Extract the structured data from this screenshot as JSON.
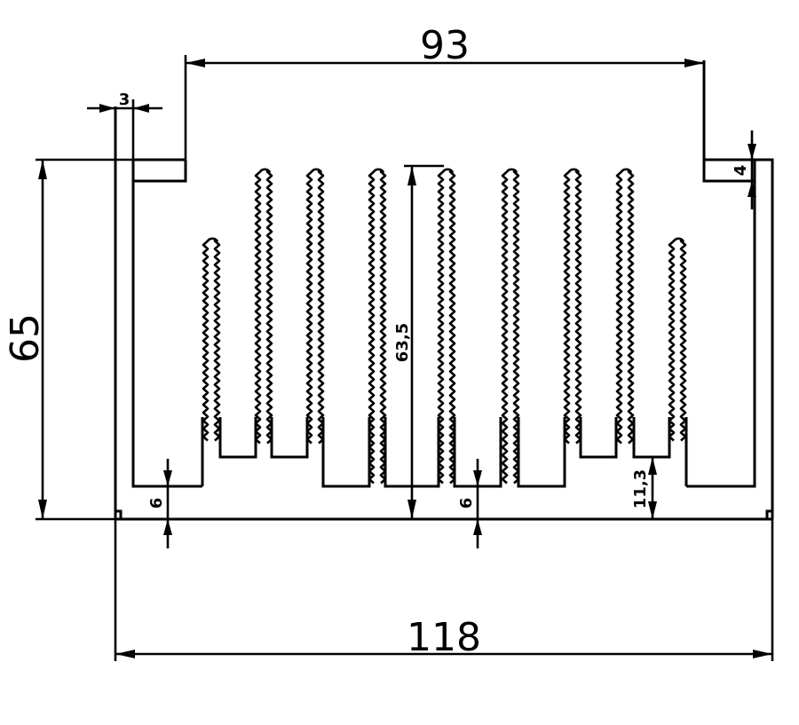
{
  "drawing": {
    "dimensions": {
      "overall_width": "118",
      "top_opening": "93",
      "height": "65",
      "fin_height": "63,5",
      "side_wall": "3",
      "lip": "4",
      "base_left": "6",
      "base_right": "6",
      "fin_base_step": "11,3"
    }
  }
}
